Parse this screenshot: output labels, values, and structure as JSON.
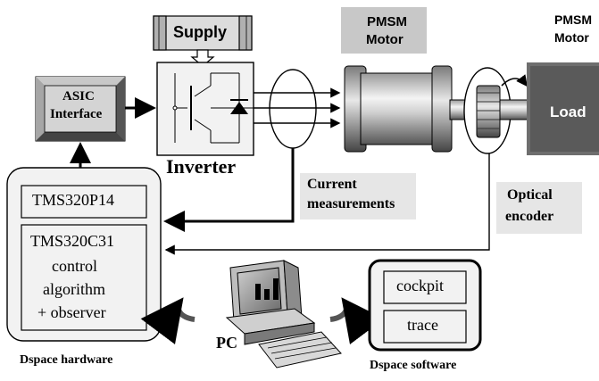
{
  "labels": {
    "supply": "Supply",
    "pmsm_motor_line1": "PMSM",
    "pmsm_motor_line2": "Motor",
    "pmsm_motor_right_line1": "PMSM",
    "pmsm_motor_right_line2": "Motor",
    "load": "Load",
    "asic_line1": "ASIC",
    "asic_line2": "Interface",
    "inverter": "Inverter",
    "current_line1": "Current",
    "current_line2": "measurements",
    "optical_line1": "Optical",
    "optical_line2": "encoder",
    "tms_p14": "TMS320P14",
    "tms_c31": "TMS320C31",
    "control": "control",
    "algorithm": "algorithm",
    "observer": "+ observer",
    "dspace_hardware": "Dspace hardware",
    "pc": "PC",
    "cockpit": "cockpit",
    "trace": "trace",
    "dspace_software": "Dspace software"
  },
  "colors": {
    "box_fill": "#f2f2f2",
    "label_bg": "#e6e6e6",
    "motor_gray": "#8c8c8c",
    "load_gray": "#6e6e6e",
    "line": "#000000"
  }
}
